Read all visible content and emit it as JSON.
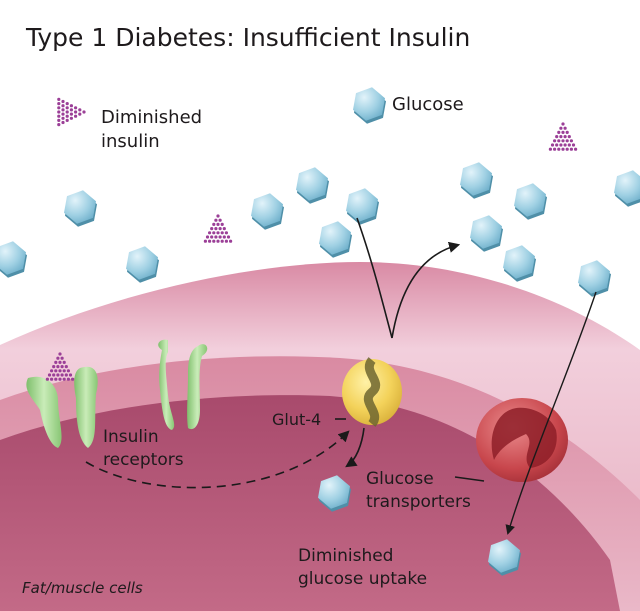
{
  "title": "Type 1 Diabetes: Insufficient Insulin",
  "legend": {
    "insulin_line1": "Diminished",
    "insulin_line2": "insulin",
    "glucose": "Glucose"
  },
  "labels": {
    "glut4": "Glut-4",
    "receptors_line1": "Insulin",
    "receptors_line2": "receptors",
    "transporters_line1": "Glucose",
    "transporters_line2": "transporters",
    "uptake_line1": "Diminished",
    "uptake_line2": "glucose uptake",
    "cells": "Fat/muscle cells"
  },
  "colors": {
    "glucose": "#8fc6da",
    "insulin": "#9b3f97",
    "receptor": "#9fd58a",
    "glut4": "#f3d25a",
    "transporter": "#c8464c",
    "cell_outer": "#e6aebf",
    "cell_inner": "#b45a7a"
  }
}
